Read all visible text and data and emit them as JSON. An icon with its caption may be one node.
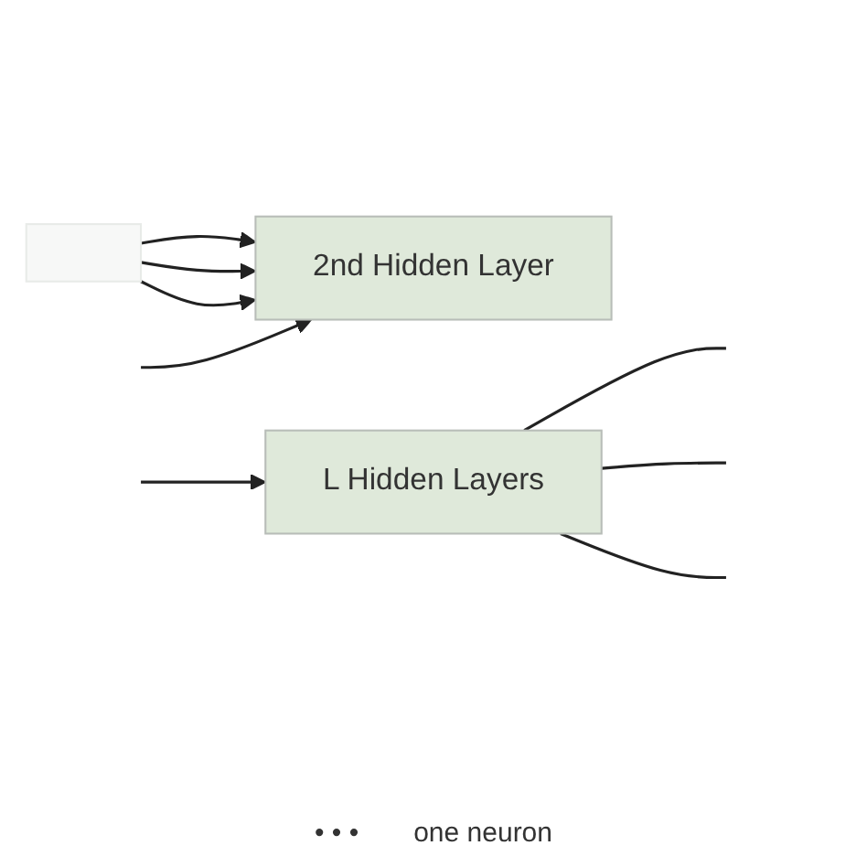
{
  "diagram": {
    "nodes": [
      {
        "text": [],
        "shape": "box"
      },
      {
        "text": [
          "2nd Hidden Layer"
        ]
      },
      {
        "text": [
          "L Hidden Layers"
        ]
      }
    ],
    "edges": [
      {
        "from": 0,
        "to": 1,
        "arrow": "to"
      },
      {
        "from": 0,
        "to": 1,
        "arrow": "to"
      },
      {
        "from": 0,
        "to": 1,
        "arrow": "to"
      },
      {
        "from": 2,
        "to": null,
        "arrow": "none"
      },
      {
        "from": 2,
        "to": null,
        "arrow": "none"
      },
      {
        "from": 2,
        "to": null,
        "arrow": "none"
      },
      {
        "from": null,
        "to": 1,
        "arrow": "to"
      },
      {
        "from": null,
        "to": 2,
        "arrow": "to"
      }
    ],
    "labels": [
      "• • •",
      "one neuron"
    ]
  }
}
